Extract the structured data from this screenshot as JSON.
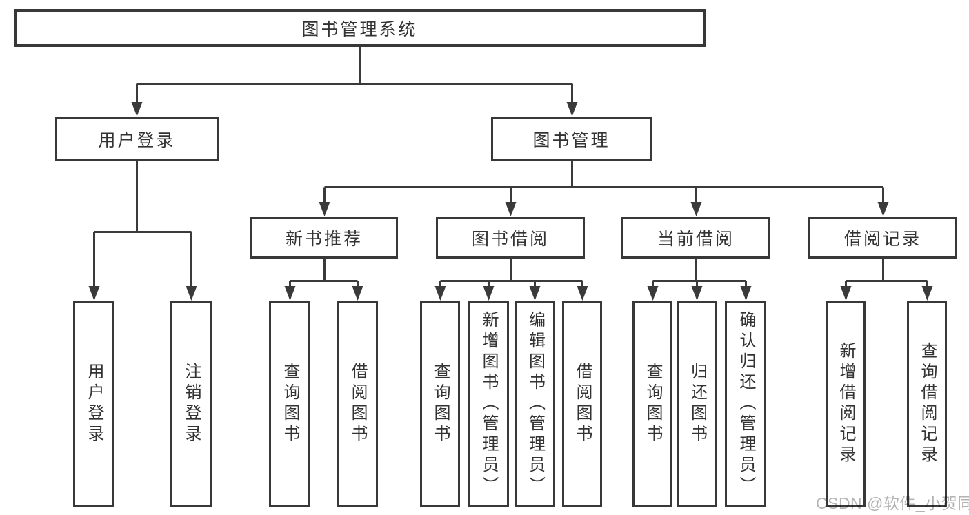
{
  "diagram": {
    "root": {
      "label": "图书管理系统"
    },
    "level2": [
      {
        "label": "用户登录",
        "children": [
          {
            "label": "用户登录"
          },
          {
            "label": "注销登录"
          }
        ]
      },
      {
        "label": "图书管理",
        "children": [
          {
            "label": "新书推荐",
            "children": [
              {
                "label": "查询图书"
              },
              {
                "label": "借阅图书"
              }
            ]
          },
          {
            "label": "图书借阅",
            "children": [
              {
                "label": "查询图书"
              },
              {
                "label": "新增图书（管理员）"
              },
              {
                "label": "编辑图书（管理员）"
              },
              {
                "label": "借阅图书"
              }
            ]
          },
          {
            "label": "当前借阅",
            "children": [
              {
                "label": "查询图书"
              },
              {
                "label": "归还图书"
              },
              {
                "label": "确认归还（管理员）"
              }
            ]
          },
          {
            "label": "借阅记录",
            "children": [
              {
                "label": "新增借阅记录"
              },
              {
                "label": "查询借阅记录"
              }
            ]
          }
        ]
      }
    ]
  },
  "colors": {
    "line": "#3a3a3a",
    "border": "#383838",
    "text": "#333333",
    "background": "#ffffff",
    "watermark": "#b3b3b3"
  },
  "watermark": "CSDN @软件_小贺同学"
}
